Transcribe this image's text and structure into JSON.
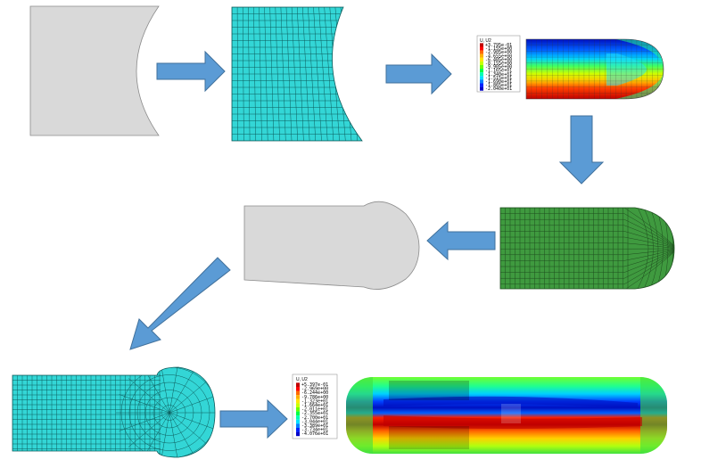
{
  "legend_top": {
    "title": "U, U2",
    "values": [
      "+3.795e-01",
      "-1.155e+00",
      "-2.905e+00",
      "-4.655e+00",
      "-6.405e+00",
      "-8.155e+00",
      "-9.905e+00",
      "-1.165e+01",
      "-1.340e+01",
      "-1.515e+01",
      "-1.690e+01",
      "-1.865e+01",
      "-2.040e+01"
    ],
    "colors": [
      "#c00000",
      "#ff0000",
      "#ff6a00",
      "#ffb000",
      "#ffe600",
      "#c8ff00",
      "#6cff00",
      "#00ff44",
      "#00ffb4",
      "#00e0ff",
      "#0080ff",
      "#0020ff",
      "#0000c8"
    ]
  },
  "legend_bottom": {
    "title": "U, U2",
    "values": [
      "+5.397e-01",
      "-2.969e+00",
      "-6.244e+00",
      "-9.786e+00",
      "-1.323e+01",
      "-1.664e+01",
      "-2.011e+01",
      "-2.355e+01",
      "-2.700e+01",
      "-3.044e+01",
      "-3.389e+01",
      "-3.734e+01",
      "-4.076e+01"
    ],
    "colors": [
      "#c00000",
      "#ff0000",
      "#ff6a00",
      "#ffb000",
      "#ffe600",
      "#c8ff00",
      "#6cff00",
      "#00ff44",
      "#00ffb4",
      "#00e0ff",
      "#0080ff",
      "#0020ff",
      "#0000c8"
    ]
  },
  "colors": {
    "arrow": "#5b9bd5",
    "arrow_stroke": "#41719c",
    "part_fill": "#d9d9d9",
    "part_stroke": "#8c8c8c",
    "mesh_fill": "#33d6d6",
    "mesh_line": "#0d5c5c",
    "deformed_fill": "#3f9a3f",
    "deformed_line": "#1f4d1f"
  }
}
